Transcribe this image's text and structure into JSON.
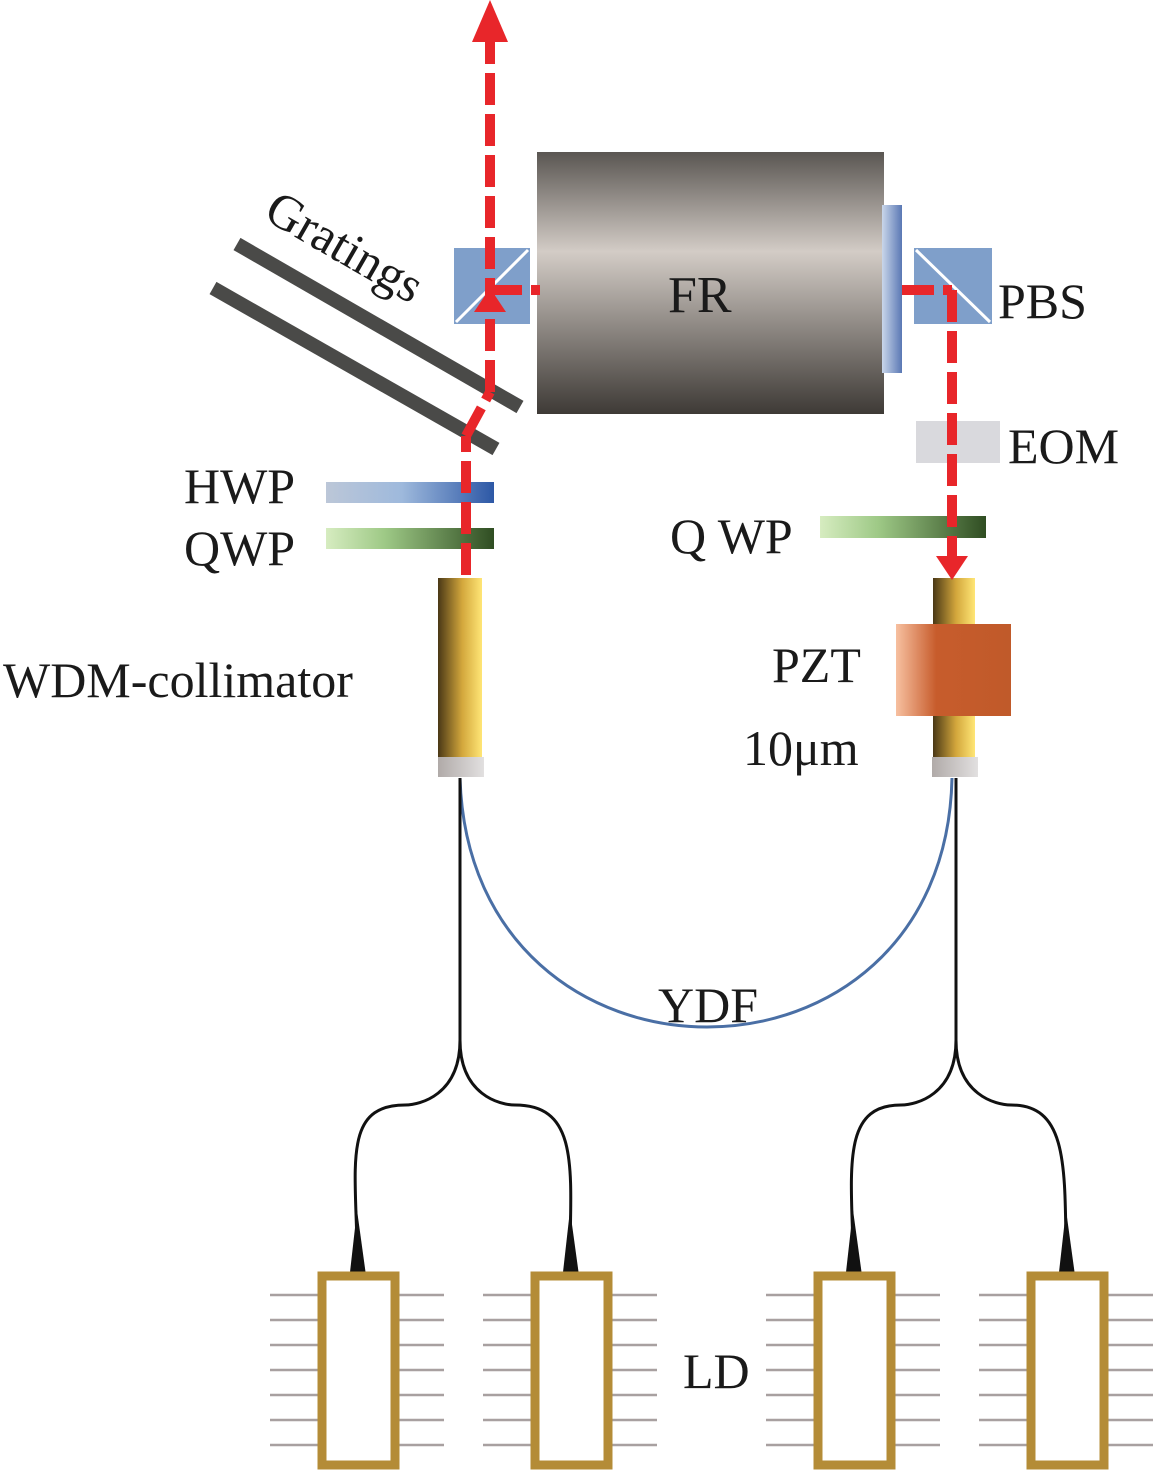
{
  "labels": {
    "gratings": "Gratings",
    "fr": "FR",
    "pbs": "PBS",
    "eom": "EOM",
    "hwp": "HWP",
    "qwp_left": "QWP",
    "qwp_right": "Q WP",
    "wdm_collimator": "WDM-collimator",
    "pzt": "PZT",
    "pzt_travel": "10μm",
    "ydf": "YDF",
    "ld": "LD"
  },
  "colors": {
    "beam": "#e8262a",
    "fiber": "#111111",
    "ydf_fiber": "#4a6fa5",
    "grating": "#4a4a48",
    "pbs_cube": "#7f9fca",
    "eom": "#d9d9dd",
    "ld_frame": "#b48c37",
    "ld_pins": "#a8a0a0",
    "pzt": "#c75c2c"
  },
  "icons": {
    "output_arrow": "arrow-up-icon",
    "beam_arrow": "arrow-down-icon"
  }
}
